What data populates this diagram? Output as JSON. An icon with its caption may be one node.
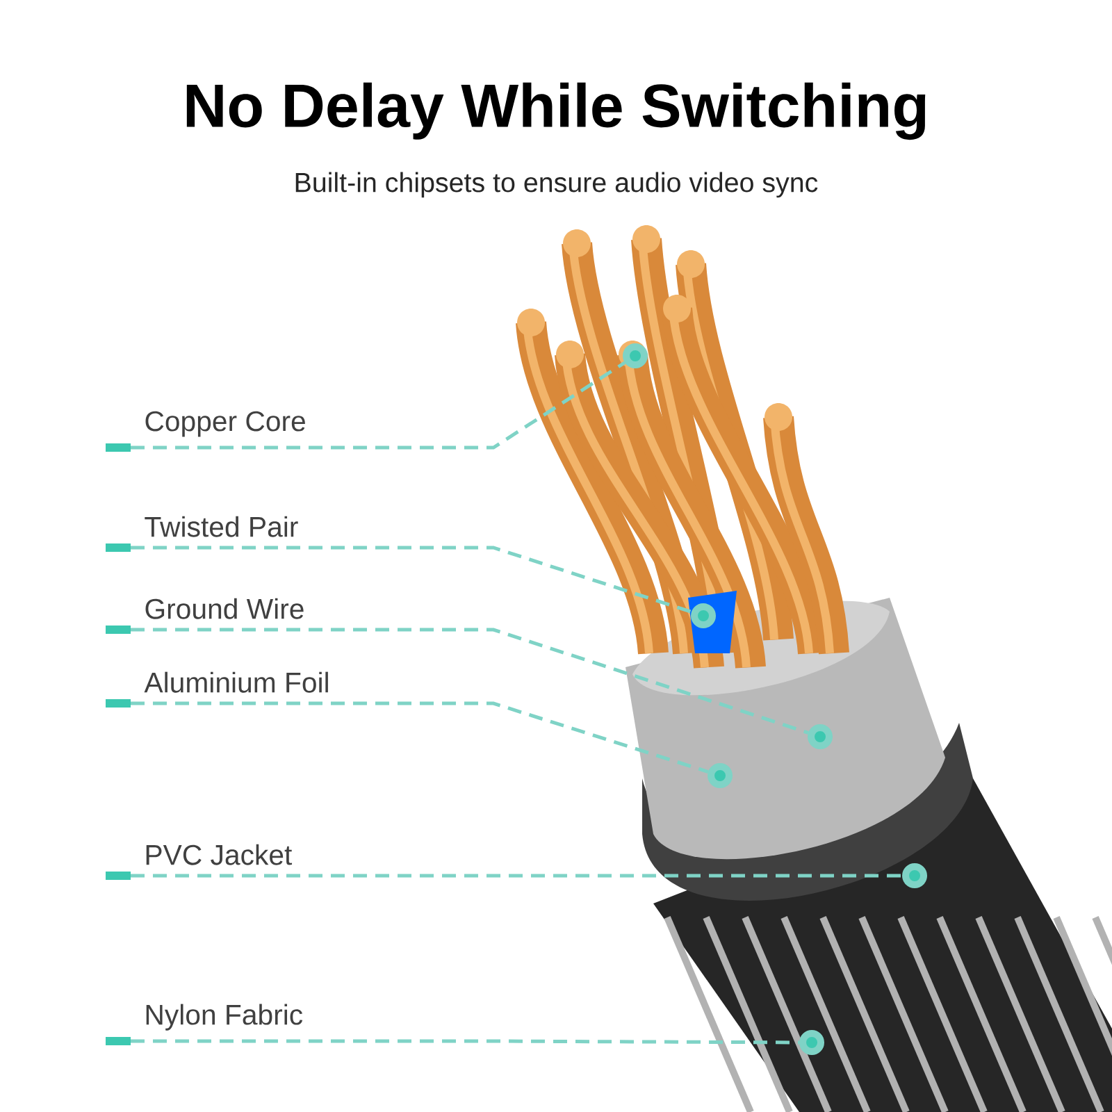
{
  "diagram": {
    "title": "No Delay While Switching",
    "caption": "Built-in chipsets to ensure audio video sync",
    "nodes": [
      {
        "text": [
          "Copper Core"
        ]
      },
      {
        "text": [
          "Twisted Pair"
        ]
      },
      {
        "text": [
          "Ground Wire"
        ]
      },
      {
        "text": [
          "Aluminium Foil"
        ]
      },
      {
        "text": [
          "PVC Jacket"
        ]
      },
      {
        "text": [
          "Nylon Fabric"
        ]
      },
      {
        "text": [],
        "shape": "circle"
      },
      {
        "text": [],
        "shape": "circle"
      },
      {
        "text": [],
        "shape": "circle"
      },
      {
        "text": [],
        "shape": "circle"
      },
      {
        "text": [],
        "shape": "circle"
      },
      {
        "text": [],
        "shape": "circle"
      }
    ],
    "edges": [
      {
        "from": 0,
        "to": 6,
        "arrow": "none",
        "style": "dashed"
      },
      {
        "from": 1,
        "to": 7,
        "arrow": "none",
        "style": "dashed"
      },
      {
        "from": 2,
        "to": 8,
        "arrow": "none",
        "style": "dashed"
      },
      {
        "from": 3,
        "to": 9,
        "arrow": "none",
        "style": "dashed"
      },
      {
        "from": 4,
        "to": 10,
        "arrow": "none",
        "style": "dashed"
      },
      {
        "from": 5,
        "to": 11,
        "arrow": "none",
        "style": "dashed"
      }
    ]
  }
}
